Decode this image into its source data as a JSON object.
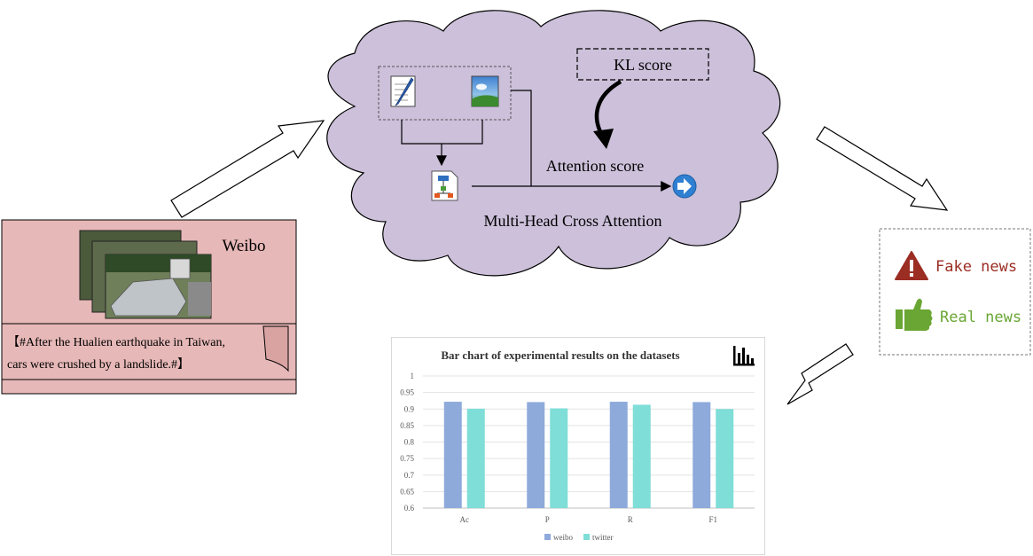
{
  "weibo": {
    "label": "Weibo",
    "post_text_line1": "【#After the Hualien earthquake in Taiwan,",
    "post_text_line2": "cars were crushed by a landslide.#】"
  },
  "cloud": {
    "kl_label": "KL score",
    "attention_label": "Attention score",
    "title": "Multi-Head Cross Attention"
  },
  "result": {
    "fake_label": "Fake news",
    "real_label": "Real news",
    "fake_color": "#9b2d23",
    "real_color": "#6aa633"
  },
  "chart_data": {
    "type": "bar",
    "title": "Bar chart of experimental results on the datasets",
    "categories": [
      "Ac",
      "P",
      "R",
      "F1"
    ],
    "series": [
      {
        "name": "weibo",
        "color": "#8eaadb",
        "values": [
          0.922,
          0.921,
          0.922,
          0.921
        ]
      },
      {
        "name": "twitter",
        "color": "#7fded7",
        "values": [
          0.901,
          0.902,
          0.913,
          0.9
        ]
      }
    ],
    "ylim": [
      0.6,
      1
    ],
    "yticks": [
      "1",
      "0.95",
      "0.9",
      "0.85",
      "0.8",
      "0.75",
      "0.7",
      "0.65",
      "0.6"
    ],
    "grid": true,
    "legend": "bottom"
  }
}
